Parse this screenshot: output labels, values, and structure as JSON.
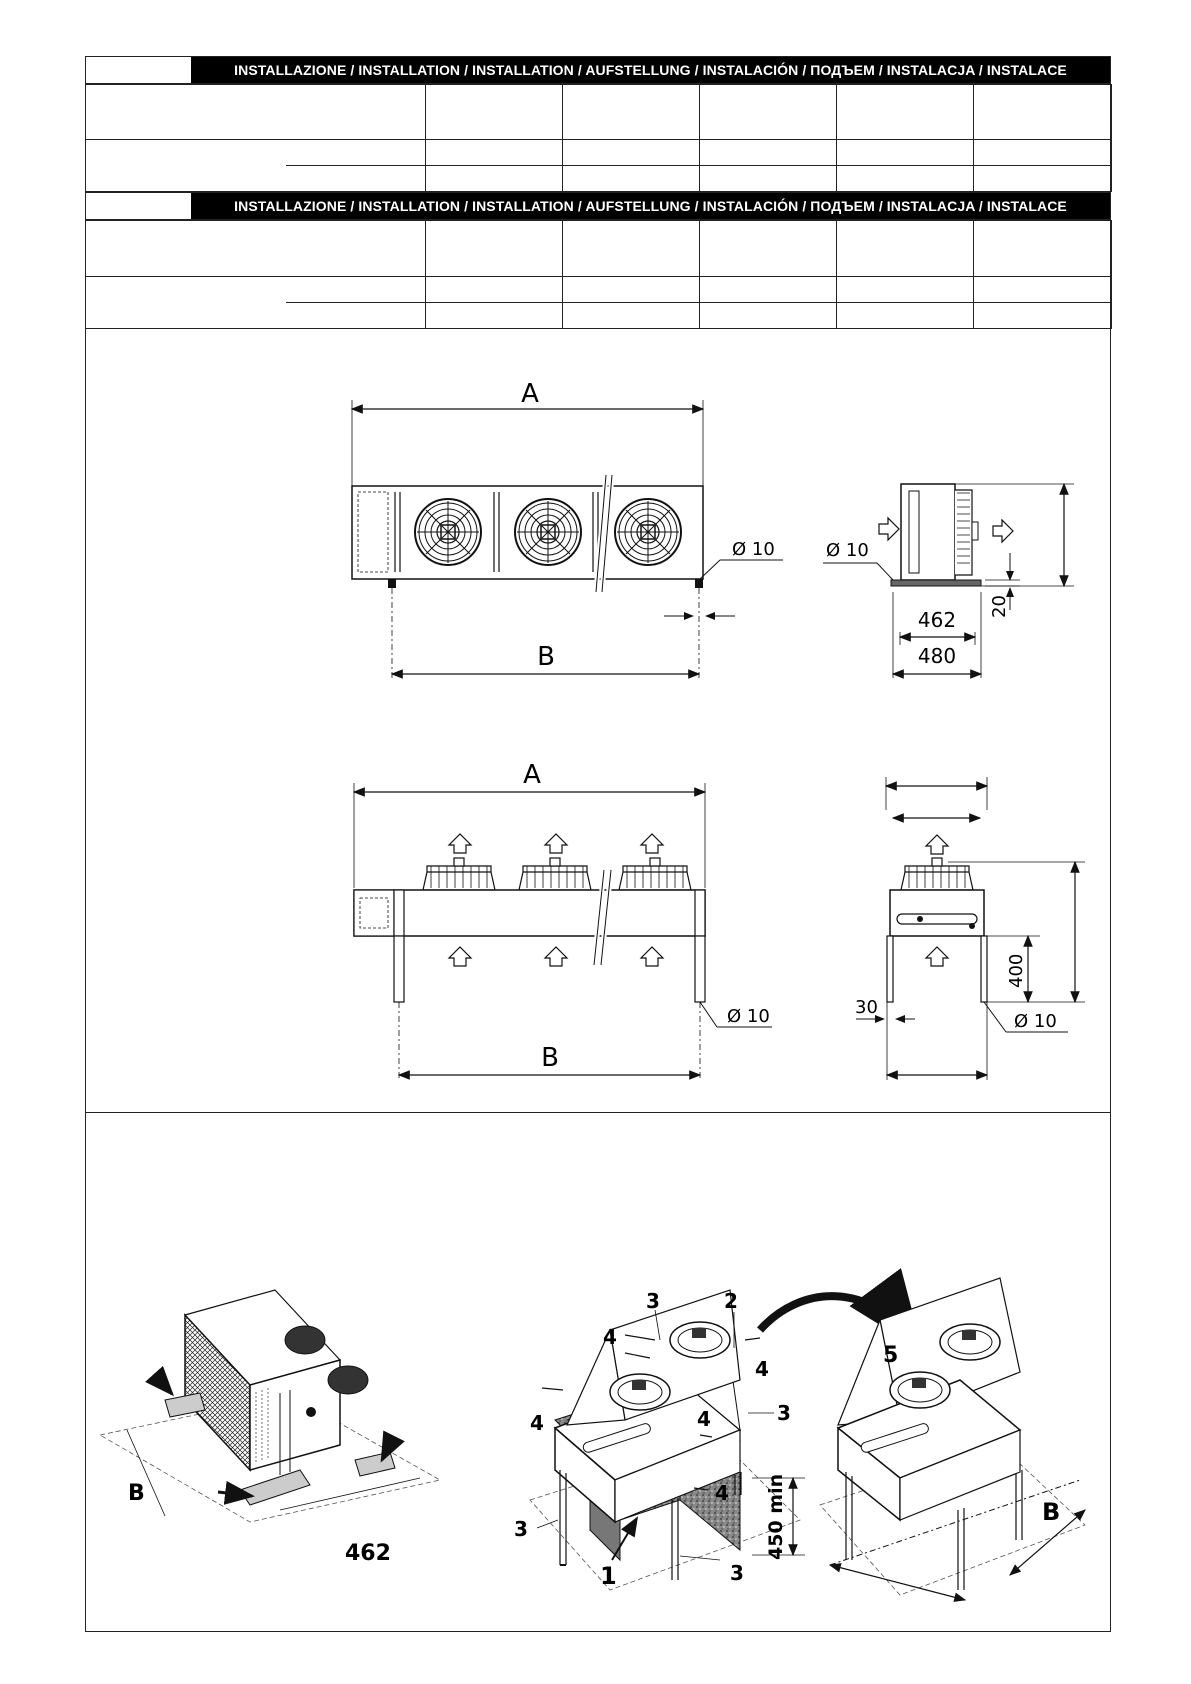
{
  "headers": {
    "install_1": "INSTALLAZIONE / INSTALLATION / INSTALLATION / AUFSTELLUNG / INSTALACIÓN / ПОДЪЕМ / INSTALACJA / INSTALACE",
    "install_2": "INSTALLAZIONE / INSTALLATION / INSTALLATION / AUFSTELLUNG / INSTALACIÓN / ПОДЪЕМ / INSTALACJA / INSTALACE"
  },
  "front_view_horizontal": {
    "dim_a": "A",
    "dim_b": "B",
    "hole": "Ø 10"
  },
  "side_view_horizontal": {
    "hole": "Ø 10",
    "width_inner": "462",
    "width_outer": "480",
    "height_base": "20"
  },
  "front_view_vertical": {
    "dim_a": "A",
    "dim_b": "B",
    "hole": "Ø 10"
  },
  "side_view_vertical": {
    "leg": "30",
    "height": "400",
    "hole": "Ø 10"
  },
  "iso_left": {
    "dim_b": "B",
    "dim_462": "462"
  },
  "iso_middle": {
    "c1": "1",
    "c2": "2",
    "c3a": "3",
    "c3b": "3",
    "c3c": "3",
    "c3d": "3",
    "c4a": "4",
    "c4b": "4",
    "c4c": "4",
    "c4d": "4",
    "c4e": "4",
    "min_height": "450 min"
  },
  "iso_right": {
    "c5": "5",
    "dim_b": "B"
  }
}
